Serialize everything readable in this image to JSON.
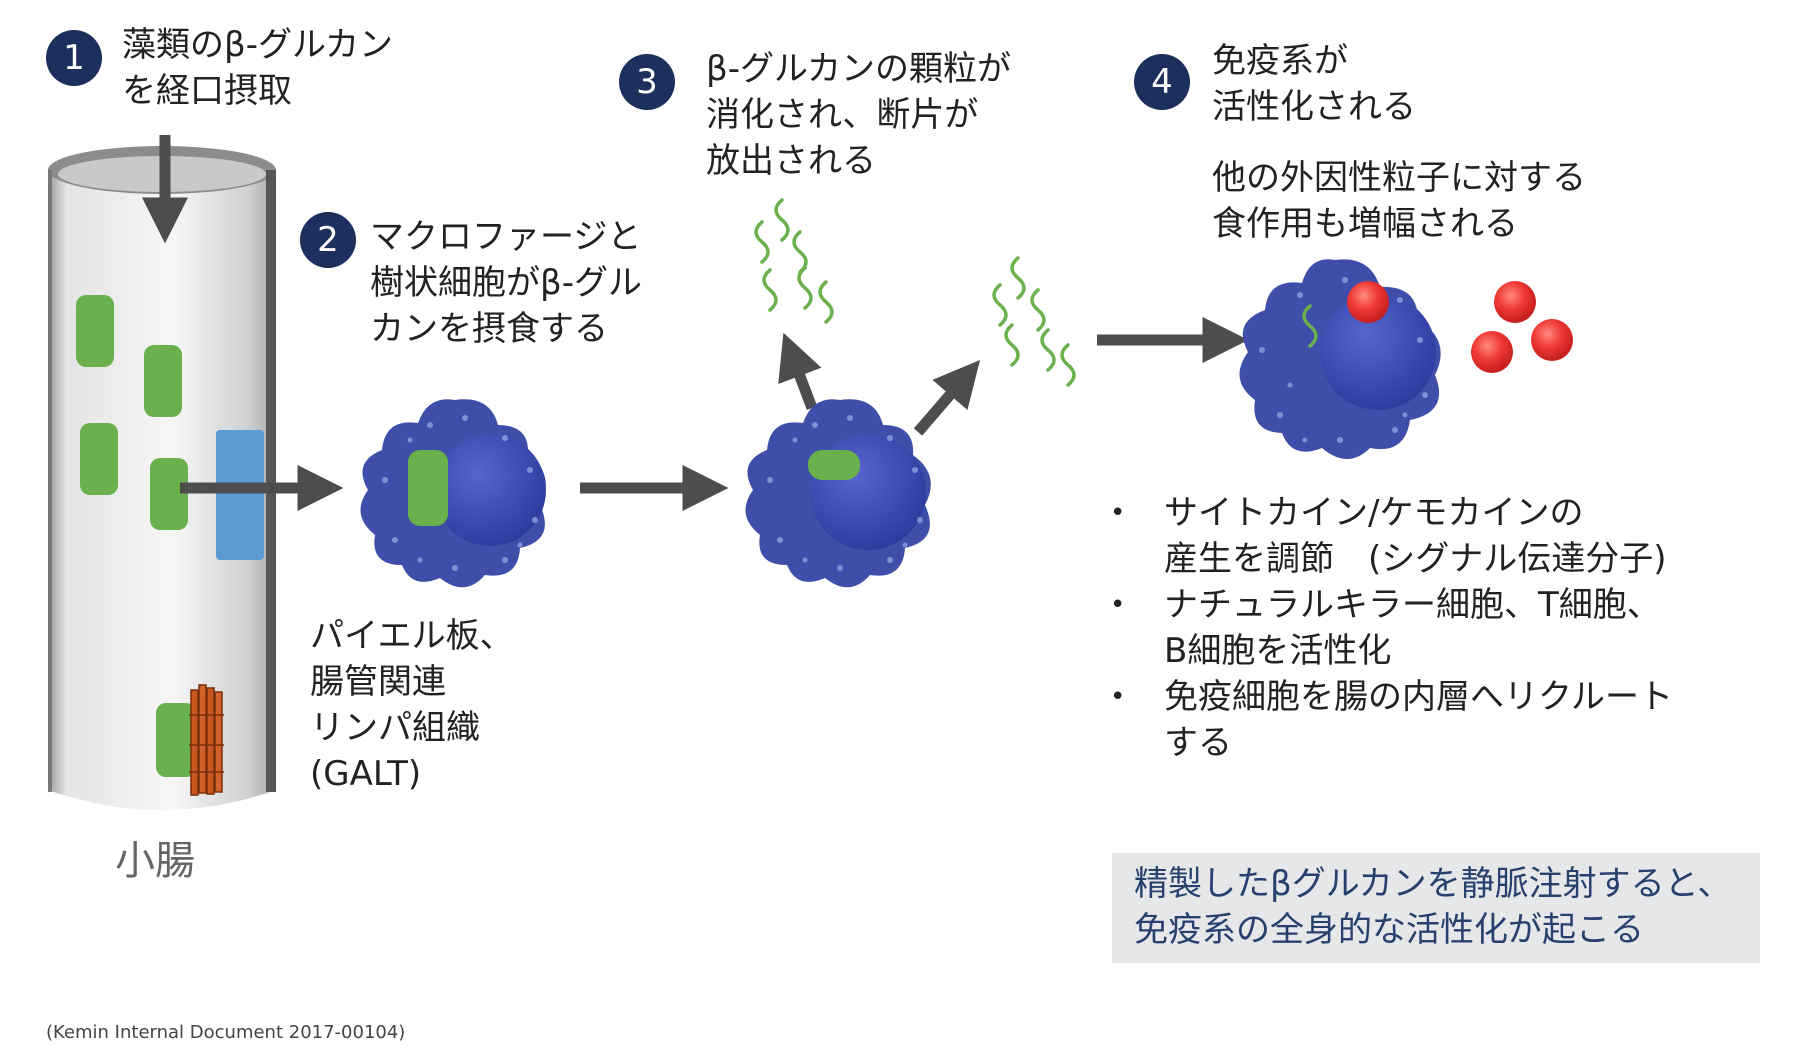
{
  "steps": [
    {
      "num": "1",
      "lines": [
        "藻類のβ-グルカン",
        "を経口摂取"
      ]
    },
    {
      "num": "2",
      "lines": [
        "マクロファージと",
        "樹状細胞がβ-グル",
        "カンを摂食する"
      ]
    },
    {
      "num": "3",
      "lines": [
        "β-グルカンの顆粒が",
        "消化され、断片が",
        "放出される"
      ]
    },
    {
      "num": "4",
      "lines": [
        "免疫系が",
        "活性化される"
      ]
    }
  ],
  "phagocytosis": [
    "他の外因性粒子に対する",
    "食作用も増幅される"
  ],
  "peyer_label": [
    "パイエル板、",
    "腸管関連",
    "リンパ組織",
    "(GALT)"
  ],
  "intestine_label": "小腸",
  "bullets": [
    [
      "サイトカイン/ケモカインの",
      "産生を調節　(シグナル伝達分子)"
    ],
    [
      "ナチュラルキラー細胞、T細胞、",
      "B細胞を活性化"
    ],
    [
      "免疫細胞を腸の内層へリクルート",
      "する"
    ]
  ],
  "note": [
    "精製したβグルカンを静脈注射すると、",
    "免疫系の全身的な活性化が起こる"
  ],
  "citation": "(Kemin Internal Document 2017-00104)",
  "colors": {
    "step_circle": "#1d2f5c",
    "cell": "#3f4ea8",
    "nucleus": "#3a4ab5",
    "glucan_green": "#6ab04c",
    "m_cell_blue": "#5b9bd5",
    "villi_orange": "#c8561e",
    "particle_red": "#e8262a",
    "arrow": "#4d4d4d",
    "note_text": "#27406e"
  }
}
